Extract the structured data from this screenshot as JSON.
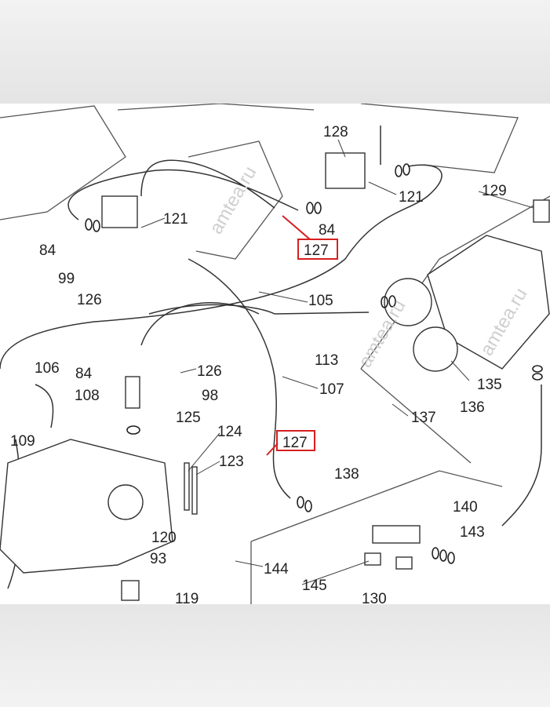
{
  "watermark": "amtea.ru",
  "colors": {
    "highlight": "#d62020",
    "line": "#333333",
    "background": "#ffffff"
  },
  "labels": {
    "l128": "128",
    "l121a": "121",
    "l129": "129",
    "l121b": "121",
    "l84a": "84",
    "l84b": "84",
    "l127a": "127",
    "l99": "99",
    "l126a": "126",
    "l105": "105",
    "l113": "113",
    "l106": "106",
    "l84c": "84",
    "l126b": "126",
    "l108": "108",
    "l98": "98",
    "l107": "107",
    "l135": "135",
    "l136": "136",
    "l137": "137",
    "l125": "125",
    "l109": "109",
    "l124": "124",
    "l127b": "127",
    "l123": "123",
    "l138": "138",
    "l140": "140",
    "l143": "143",
    "l120": "120",
    "l93": "93",
    "l144": "144",
    "l145": "145",
    "l130": "130",
    "l119": "119"
  }
}
